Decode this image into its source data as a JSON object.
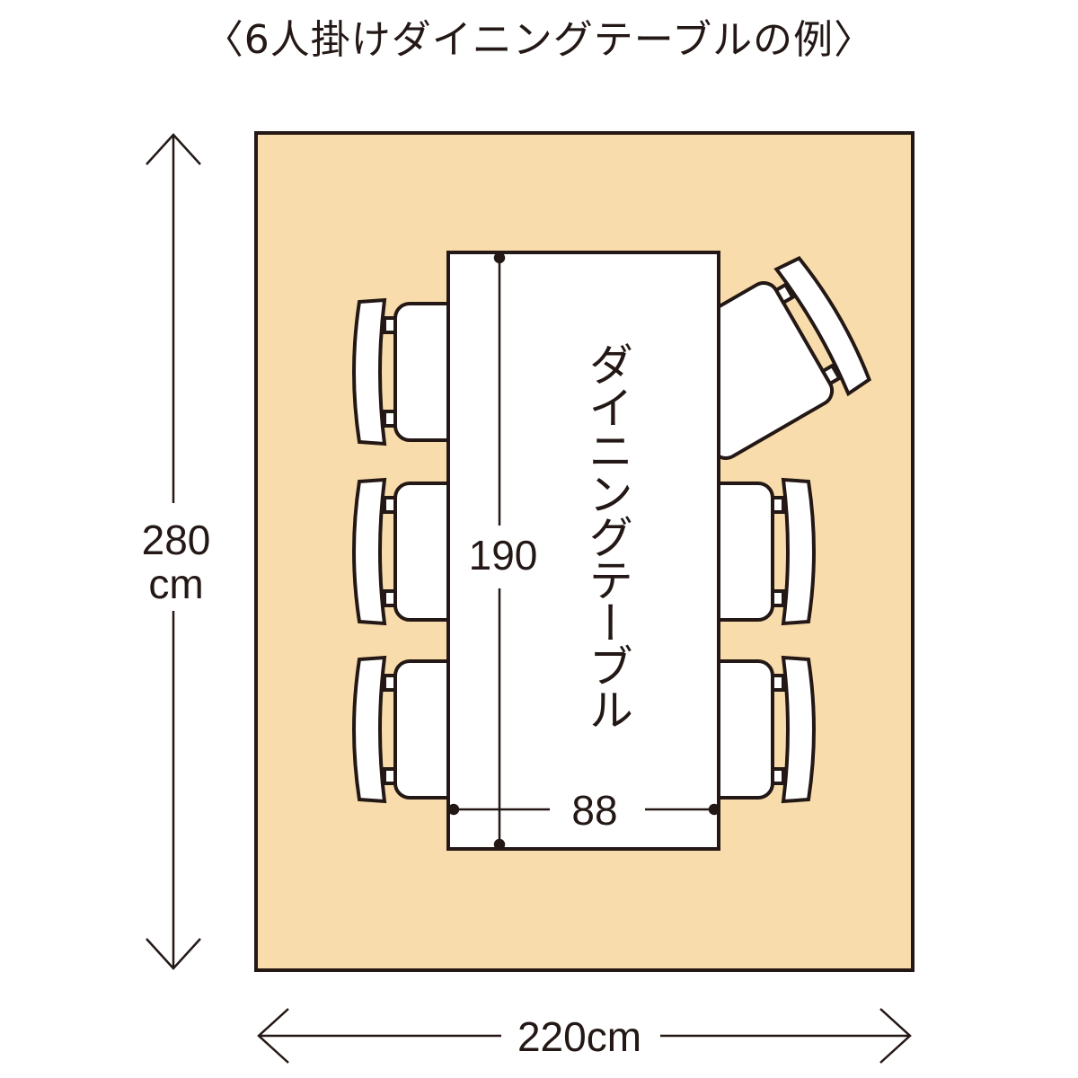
{
  "title": "〈6人掛けダイニングテーブルの例〉",
  "room": {
    "height_label": "280",
    "height_unit": "cm",
    "width_label": "220cm"
  },
  "table": {
    "label": "ダイニングテーブル",
    "length_label": "190",
    "width_label": "88"
  },
  "chairs": {
    "count": 6
  },
  "colors": {
    "rug": "#f8dcab",
    "line": "#231815",
    "furniture": "#ffffff"
  }
}
